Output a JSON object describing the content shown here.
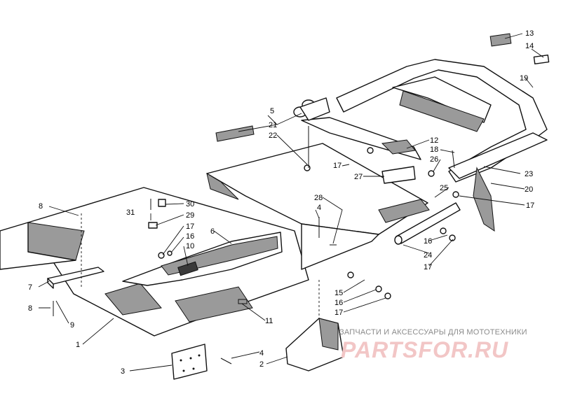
{
  "watermark": {
    "subtitle": "ЗАПЧАСТИ И АКСЕССУАРЫ ДЛЯ МОТОТЕХНИКИ",
    "logo": "PARTSFOR.RU"
  },
  "callouts": [
    "13",
    "14",
    "19",
    "5",
    "21",
    "22",
    "12",
    "18",
    "26",
    "17",
    "27",
    "23",
    "20",
    "25",
    "28",
    "4",
    "8",
    "31",
    "30",
    "29",
    "17",
    "16",
    "10",
    "6",
    "24",
    "16",
    "17",
    "7",
    "8",
    "9",
    "15",
    "16",
    "17",
    "11",
    "1",
    "3",
    "4",
    "2",
    "17"
  ]
}
